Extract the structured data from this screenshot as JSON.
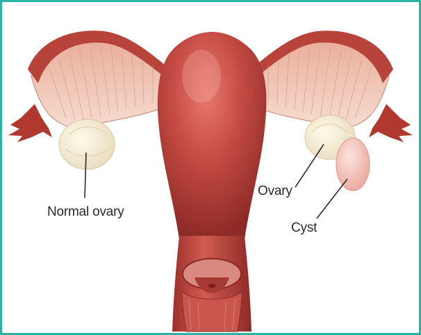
{
  "labels": {
    "normal_ovary": "Normal ovary",
    "ovary": "Ovary",
    "cyst": "Cyst"
  },
  "colors": {
    "border": "#2bb3a6",
    "tissue": "#c54c44",
    "tissue_dark": "#8e2a26",
    "tube_fan": "#f1c9b8",
    "ovary": "#f7f0d8",
    "cyst": "#f4c8bf"
  }
}
